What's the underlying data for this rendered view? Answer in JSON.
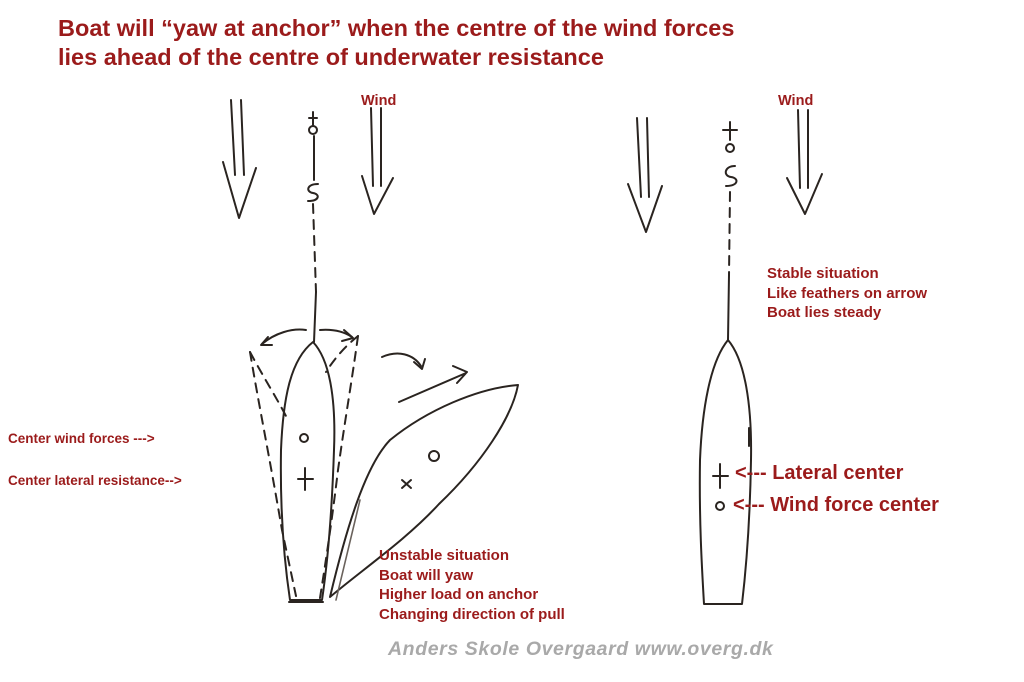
{
  "title": {
    "line1": "Boat will “yaw at anchor” when the centre of the wind forces",
    "line2": "lies ahead of the centre of underwater resistance"
  },
  "left_diagram": {
    "wind_label": "Wind",
    "center_wind_forces_label": "Center wind forces     --->",
    "center_lateral_resistance_label": "Center lateral resistance-->",
    "notes": [
      "Unstable situation",
      "Boat will yaw",
      "Higher load on anchor",
      "Changing direction of pull"
    ]
  },
  "right_diagram": {
    "wind_label": "Wind",
    "notes": [
      "Stable situation",
      "Like feathers on arrow",
      "Boat lies steady"
    ],
    "lateral_center_label": "<--- Lateral center",
    "wind_force_center_label": "<--- Wind force center"
  },
  "footer": "Anders Skole Overgaard  www.overg.dk",
  "colors": {
    "label": "#9b1b1b",
    "ink": "#2a2420",
    "footer": "#a9a9a9"
  }
}
